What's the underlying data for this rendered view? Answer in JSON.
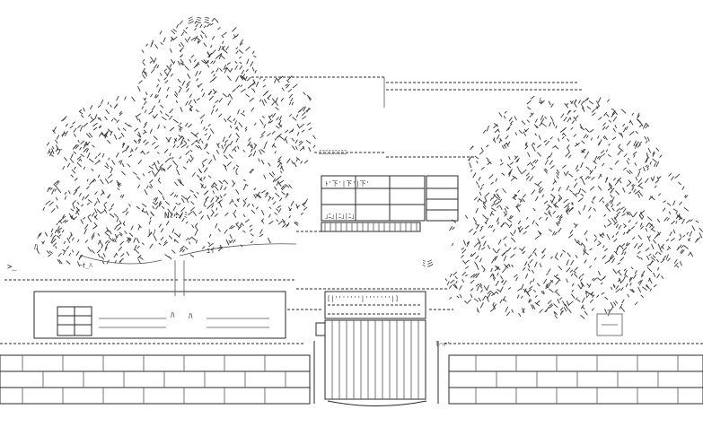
{
  "artwork": {
    "kind": "ascii-art",
    "subject": "",
    "colors": {
      "background": "#ffffff",
      "ink": "#222222"
    },
    "labels": {
      "tree_left_a": "彡ミミヘ",
      "tree_left_b": "ハケ",
      "tree_left_c": "ﾆﾆﾆﾆﾆﾆﾆﾆﾆ",
      "tree_left_d": "N!:/ﾐ",
      "tree_left_e": "ﾚﾉ",
      "tree_left_f": "ｪｲ",
      "tree_left_g": "ﾊ",
      "tree_left_h": "ｰｵ_ﾊ",
      "tree_right_a": "ﾑ",
      "tree_right_b": "ﾚ",
      "tree_right_c": "ｱ",
      "tree_right_d": "ﾐ彡",
      "house_window_a": "ﾄ'下'|下'|下'",
      "house_window_b": "｣ﾆ｣|ﾆ｣|ﾆ｣",
      "gate_top": "[|'''''''|'''''''|]",
      "porch_a": "ﾊ",
      "bracket_a": ">_",
      "ruby_ai": "ﾊ",
      "ruby_b": "l⌒r'"
    }
  }
}
